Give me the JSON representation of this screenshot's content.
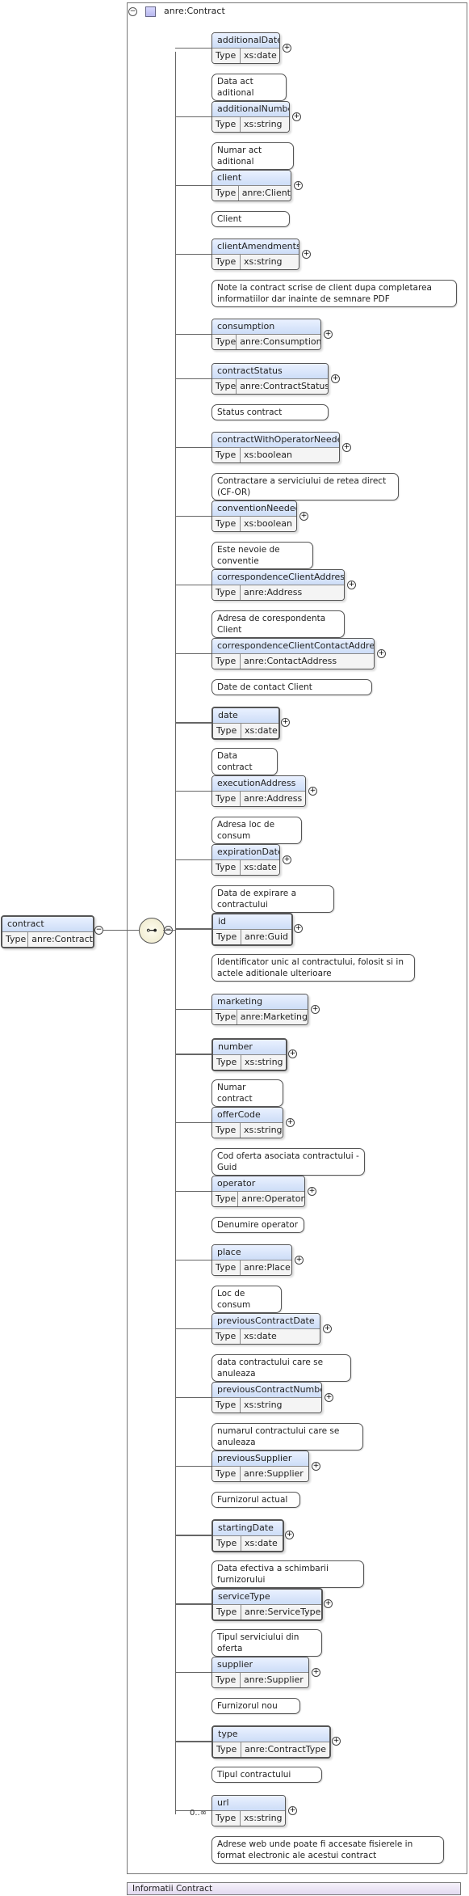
{
  "root": {
    "name": "contract",
    "type_key": "Type",
    "type_value": "anre:Contract"
  },
  "complex_type": {
    "title": "anre:Contract",
    "documentation": "Informatii Contract"
  },
  "compositor_symbol": "sequence",
  "elements": [
    {
      "name": "additionalDate",
      "type": "xs:date",
      "doc": "Data act aditional",
      "required": false
    },
    {
      "name": "additionalNumber",
      "type": "xs:string",
      "doc": "Numar act aditional",
      "required": false
    },
    {
      "name": "client",
      "type": "anre:Client",
      "doc": "Client",
      "required": false
    },
    {
      "name": "clientAmendments",
      "type": "xs:string",
      "doc": "Note la contract scrise de client dupa completarea informatiilor dar inainte de semnare PDF",
      "required": false
    },
    {
      "name": "consumption",
      "type": "anre:Consumption",
      "doc": "",
      "required": false
    },
    {
      "name": "contractStatus",
      "type": "anre:ContractStatus",
      "doc": "Status contract",
      "required": false
    },
    {
      "name": "contractWithOperatorNeeded",
      "type": "xs:boolean",
      "doc": "Contractare a serviciului de retea direct (CF-OR)",
      "required": false
    },
    {
      "name": "conventionNeeded",
      "type": "xs:boolean",
      "doc": "Este nevoie de conventie",
      "required": false
    },
    {
      "name": "correspondenceClientAddress",
      "type": "anre:Address",
      "doc": "Adresa de corespondenta Client",
      "required": false
    },
    {
      "name": "correspondenceClientContactAddress",
      "type": "anre:ContactAddress",
      "doc": "Date de contact Client",
      "required": false
    },
    {
      "name": "date",
      "type": "xs:date",
      "doc": "Data contract",
      "required": true
    },
    {
      "name": "executionAddress",
      "type": "anre:Address",
      "doc": "Adresa loc de consum",
      "required": false
    },
    {
      "name": "expirationDate",
      "type": "xs:date",
      "doc": "Data de expirare a contractului",
      "required": false
    },
    {
      "name": "id",
      "type": "anre:Guid",
      "doc": "Identificator unic al contractului, folosit si in actele aditionale ulterioare",
      "required": true
    },
    {
      "name": "marketing",
      "type": "anre:Marketing",
      "doc": "",
      "required": false
    },
    {
      "name": "number",
      "type": "xs:string",
      "doc": "Numar contract",
      "required": true
    },
    {
      "name": "offerCode",
      "type": "xs:string",
      "doc": "Cod oferta asociata contractului - Guid",
      "required": false
    },
    {
      "name": "operator",
      "type": "anre:Operator",
      "doc": "Denumire operator",
      "required": false
    },
    {
      "name": "place",
      "type": "anre:Place",
      "doc": "Loc de consum",
      "required": false
    },
    {
      "name": "previousContractDate",
      "type": "xs:date",
      "doc": "data contractului care se anuleaza",
      "required": false
    },
    {
      "name": "previousContractNumber",
      "type": "xs:string",
      "doc": "numarul contractului care se anuleaza",
      "required": false
    },
    {
      "name": "previousSupplier",
      "type": "anre:Supplier",
      "doc": "Furnizorul actual",
      "required": false
    },
    {
      "name": "startingDate",
      "type": "xs:date",
      "doc": "Data efectiva a schimbarii furnizorului",
      "required": true
    },
    {
      "name": "serviceType",
      "type": "anre:ServiceType",
      "doc": "Tipul serviciului din oferta",
      "required": true
    },
    {
      "name": "supplier",
      "type": "anre:Supplier",
      "doc": "Furnizorul nou",
      "required": false
    },
    {
      "name": "type",
      "type": "anre:ContractType",
      "doc": "Tipul contractului",
      "required": true
    },
    {
      "name": "url",
      "type": "xs:string",
      "doc": "Adrese web unde poate fi accesate fisierele in format electronic ale acestui contract",
      "required": false,
      "multiplicity": "0..∞"
    }
  ],
  "labels": {
    "type_key": "Type"
  },
  "colors": {
    "element_header": "#cdddf7",
    "annotation_border": "#555555",
    "footer": "#e2daf0"
  }
}
